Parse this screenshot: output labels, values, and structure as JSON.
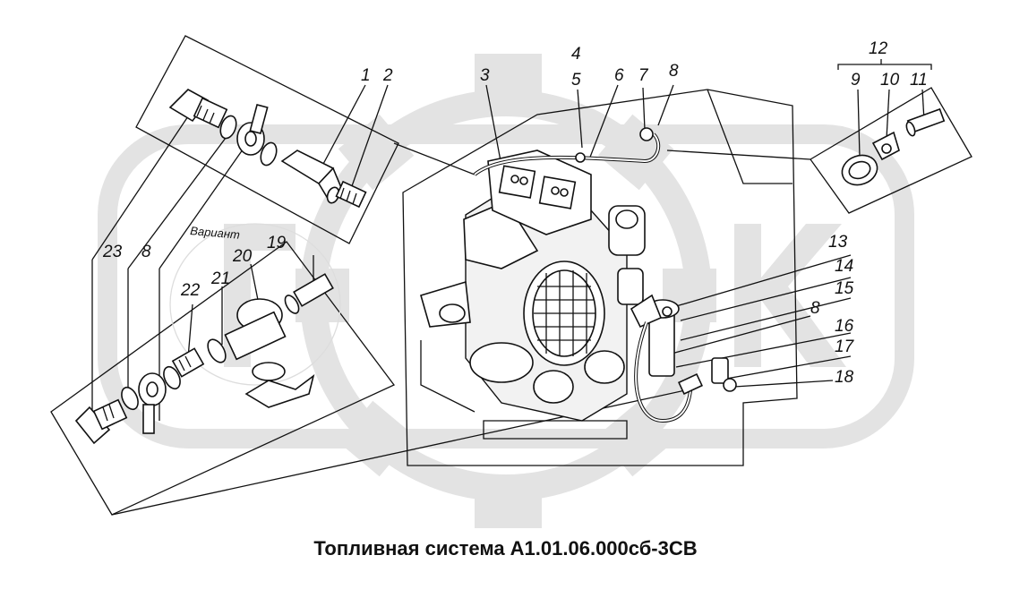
{
  "caption": "Топливная система А1.01.06.000сб-3СВ",
  "variant_label": "Вариант",
  "callouts": {
    "n1": "1",
    "n2": "2",
    "n3": "3",
    "n4": "4",
    "n5": "5",
    "n6": "6",
    "n7": "7",
    "n8a": "8",
    "n8b": "8",
    "n8c": "8",
    "n9": "9",
    "n10": "10",
    "n11": "11",
    "n12": "12",
    "n13": "13",
    "n14": "14",
    "n15": "15",
    "n16": "16",
    "n17": "17",
    "n18": "18",
    "n19": "19",
    "n20": "20",
    "n21": "21",
    "n22": "22",
    "n23": "23"
  },
  "colors": {
    "ink": "#111111",
    "watermark": "#e3e3e3",
    "background": "#ffffff"
  }
}
